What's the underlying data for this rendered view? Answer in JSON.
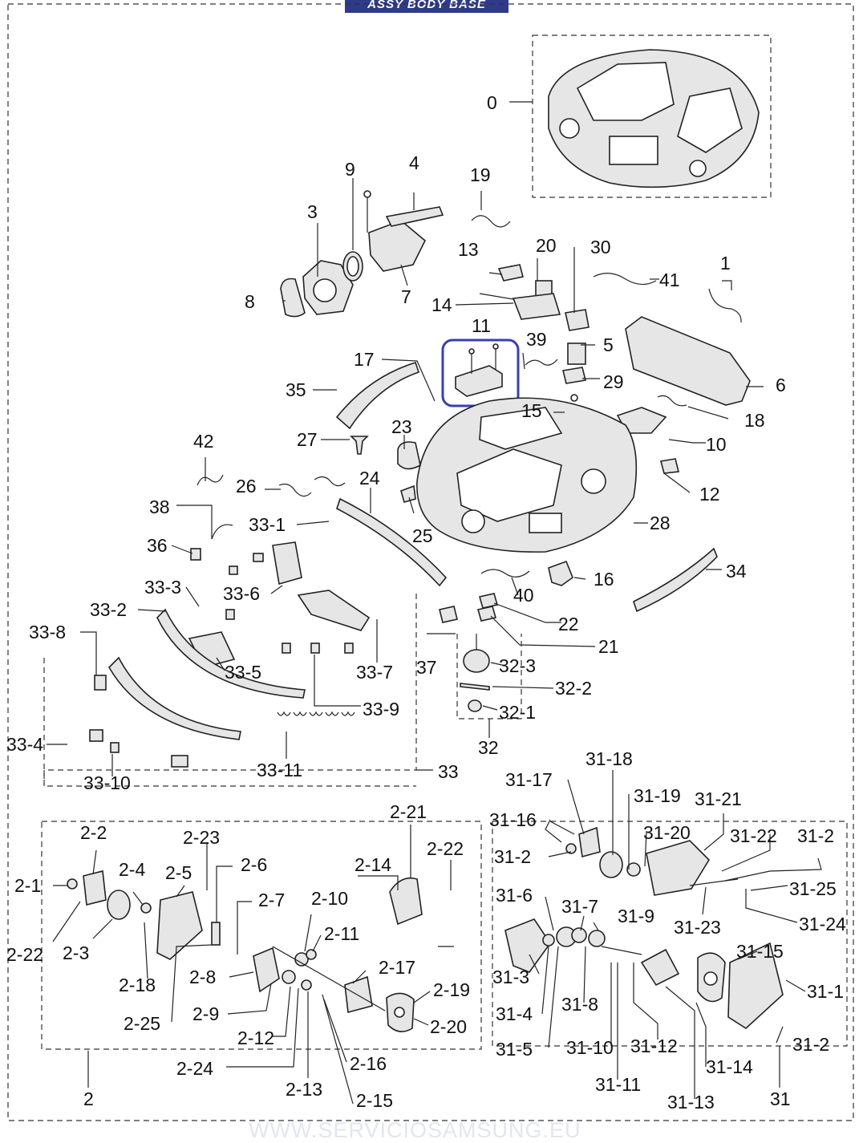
{
  "header": {
    "title": "ASSY BODY BASE"
  },
  "watermark": "WWW.SERVICIOSAMSUNG.EU",
  "accent_color": "#2e3a8c",
  "highlight_color": "#3a3fb0",
  "labels": [
    "0",
    "1",
    "3",
    "4",
    "5",
    "6",
    "7",
    "8",
    "9",
    "10",
    "11",
    "12",
    "13",
    "14",
    "15",
    "16",
    "17",
    "18",
    "19",
    "20",
    "21",
    "22",
    "23",
    "24",
    "25",
    "26",
    "27",
    "28",
    "29",
    "30",
    "34",
    "35",
    "36",
    "37",
    "38",
    "39",
    "40",
    "41",
    "42",
    "33-1",
    "33-2",
    "33-3",
    "33-4",
    "33-5",
    "33-6",
    "33-7",
    "33-8",
    "33-9",
    "33-10",
    "33-11",
    "33",
    "32-1",
    "32-2",
    "32-3",
    "32",
    "2-1",
    "2-2",
    "2-3",
    "2-4",
    "2-5",
    "2-6",
    "2-7",
    "2-8",
    "2-9",
    "2-10",
    "2-11",
    "2-12",
    "2-13",
    "2-14",
    "2-15",
    "2-16",
    "2-17",
    "2-19",
    "2-20",
    "2-21",
    "2-22",
    "2-22",
    "2-23",
    "2-24",
    "2-25",
    "2-18",
    "2",
    "31-1",
    "31-2",
    "31-2",
    "31-2",
    "31-3",
    "31-4",
    "31-5",
    "31-6",
    "31-7",
    "31-8",
    "31-9",
    "31-10",
    "31-11",
    "31-12",
    "31-13",
    "31-14",
    "31-15",
    "31-16",
    "31-17",
    "31-18",
    "31-19",
    "31-20",
    "31-21",
    "31-22",
    "31-23",
    "31-24",
    "31-25",
    "31"
  ]
}
